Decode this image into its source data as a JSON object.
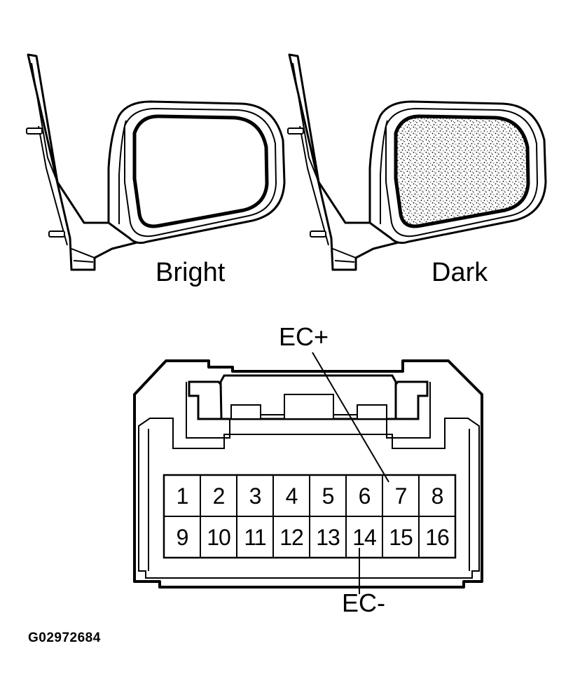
{
  "mirrors": {
    "bright_label": "Bright",
    "dark_label": "Dark"
  },
  "connector": {
    "signals": {
      "ec_plus": "EC+",
      "ec_minus": "EC-"
    },
    "pins_row1": [
      "1",
      "2",
      "3",
      "4",
      "5",
      "6",
      "7",
      "8"
    ],
    "pins_row2": [
      "9",
      "10",
      "11",
      "12",
      "13",
      "14",
      "15",
      "16"
    ]
  },
  "figure_code": "G02972684"
}
